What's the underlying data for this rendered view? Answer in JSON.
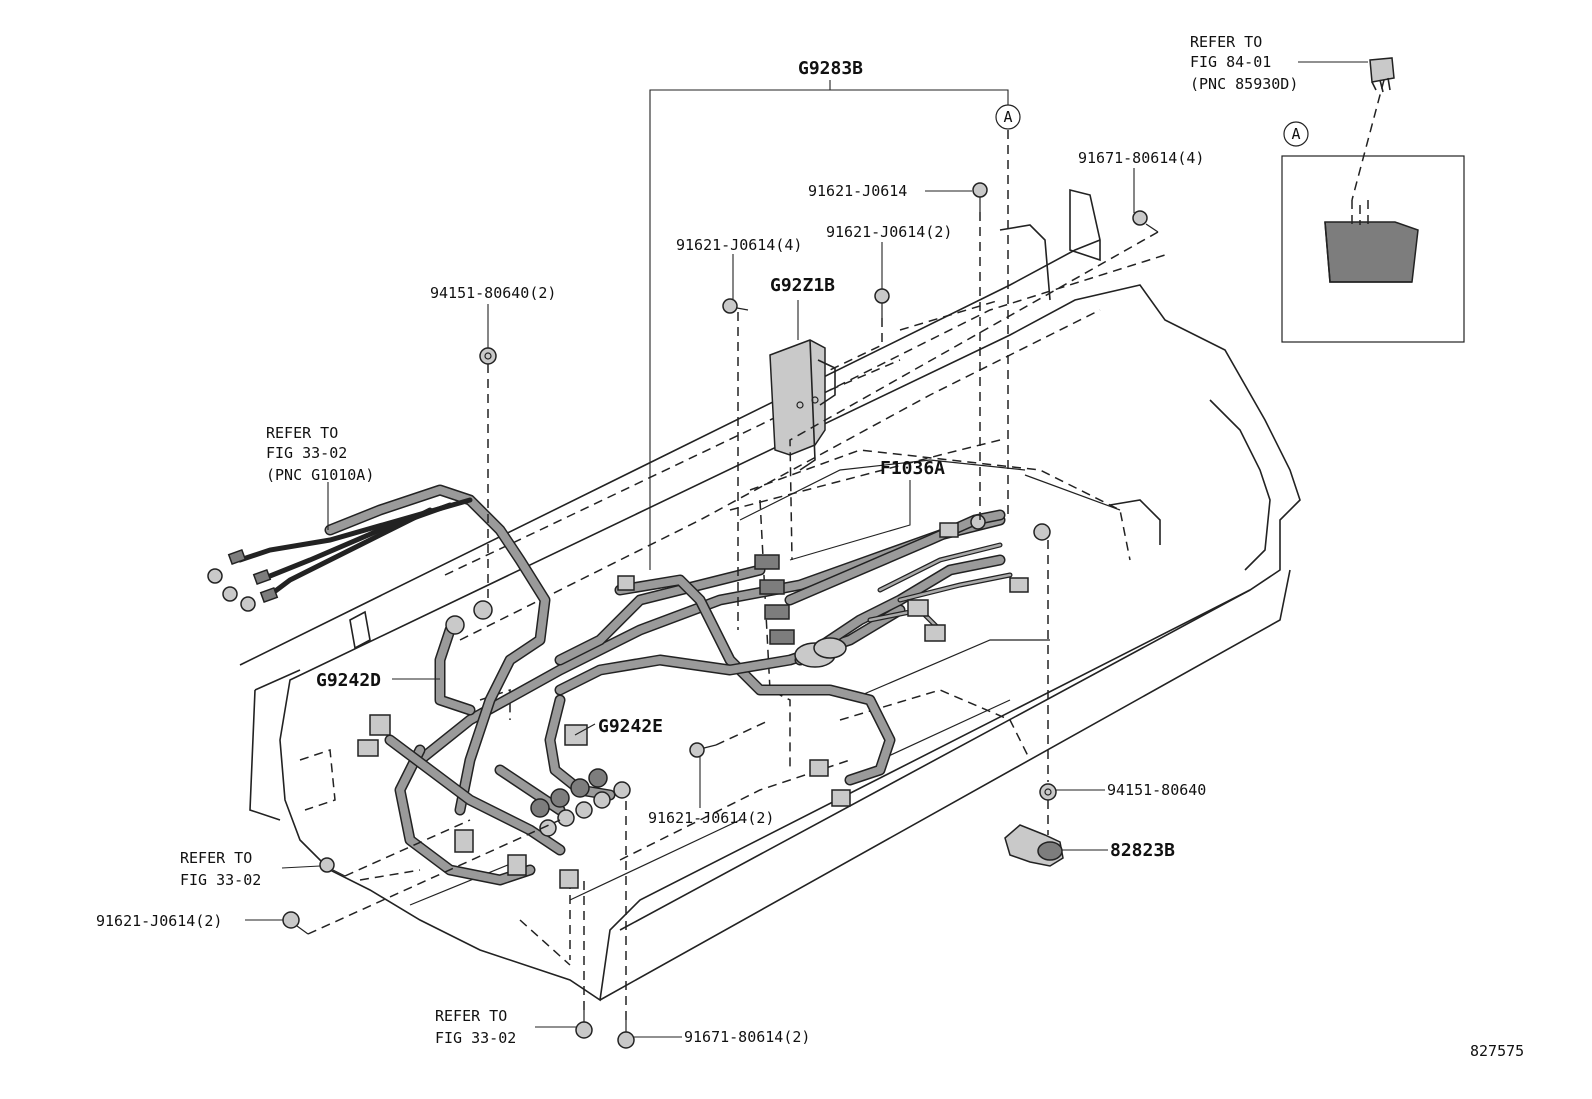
{
  "figure_id": "827575",
  "callouts": {
    "g9283b": "G9283B",
    "g92z1b": "G92Z1B",
    "f1036a": "F1036A",
    "g9242d": "G9242D",
    "g9242e": "G9242E",
    "p82823b": "82823B",
    "n91621_j0614": "91621-J0614",
    "n91621_j0614_4": "91621-J0614(4)",
    "n91621_j0614_2_top": "91621-J0614(2)",
    "n91621_j0614_2_mid": "91621-J0614(2)",
    "n91621_j0614_2_left": "91621-J0614(2)",
    "n91671_80614_4": "91671-80614(4)",
    "n91671_80614_2": "91671-80614(2)",
    "n94151_80640_2": "94151-80640(2)",
    "n94151_80640": "94151-80640"
  },
  "refs": {
    "fig84": {
      "l1": "REFER TO",
      "l2": "FIG 84-01",
      "l3": "(PNC 85930D)"
    },
    "fig33_pnc": {
      "l1": "REFER TO",
      "l2": "FIG 33-02",
      "l3": "(PNC G1010A)"
    },
    "fig33_left": {
      "l1": "REFER TO",
      "l2": "FIG 33-02"
    },
    "fig33_bottom": {
      "l1": "REFER TO",
      "l2": "FIG 33-02"
    }
  },
  "marker": "A"
}
